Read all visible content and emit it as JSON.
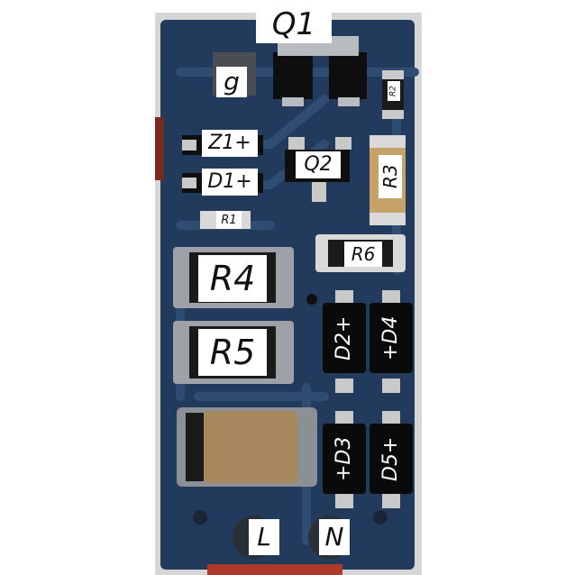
{
  "labels": {
    "q1": "Q1",
    "g": "g",
    "r2": "R2",
    "z1": "Z1+",
    "d1": "D1+",
    "q2": "Q2",
    "r3": "R3",
    "r1": "R1",
    "r6": "R6",
    "r4": "R4",
    "r5": "R5",
    "d2": "D2+",
    "d4": "+D4",
    "d3": "+D3",
    "d5": "D5+",
    "l": "L",
    "n": "N"
  },
  "colors": {
    "pcb": "#223a5c",
    "trace": "#2d4a6e",
    "pad": "#b8bcc0",
    "capacitor": "#a6875e"
  }
}
